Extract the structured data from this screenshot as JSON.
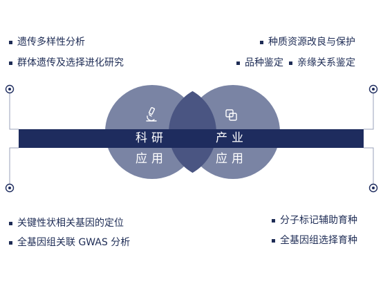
{
  "colors": {
    "navy": "#1e2c5e",
    "circle": "#7a84a4",
    "overlap": "#4a5582",
    "text": "#1e2c55",
    "connector": "#9aa1b8"
  },
  "icons": {
    "left": "microscope-icon",
    "right": "overlapping-squares-icon"
  },
  "center": {
    "left_line1": "科研",
    "left_line2": "应用",
    "right_line1": "产业",
    "right_line2": "应用"
  },
  "top_left": {
    "items": [
      "遗传多样性分析",
      "群体遗传及选择进化研究"
    ]
  },
  "top_right": {
    "items": [
      "种质资源改良与保护",
      "品种鉴定",
      "亲缘关系鉴定"
    ]
  },
  "bottom_left": {
    "items": [
      "关键性状相关基因的定位",
      "全基因组关联 GWAS 分析"
    ]
  },
  "bottom_right": {
    "items": [
      "分子标记辅助育种",
      "全基因组选择育种"
    ]
  }
}
